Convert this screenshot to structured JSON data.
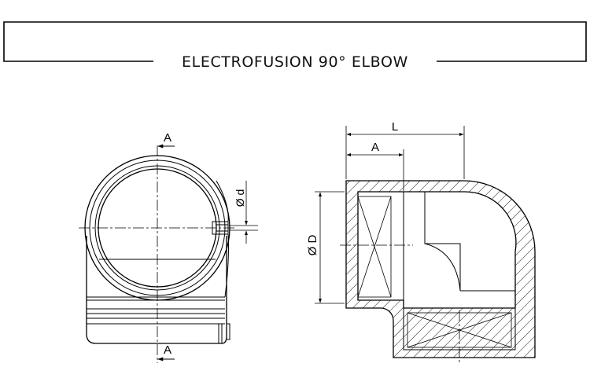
{
  "title": "ELECTROFUSION 90° ELBOW",
  "side_view": {
    "section_label_top": "A",
    "section_label_bottom": "A",
    "diameter_label": "Ø d"
  },
  "section_view": {
    "length_label": "L",
    "socket_depth_label": "A",
    "diameter_label": "Ø D"
  }
}
